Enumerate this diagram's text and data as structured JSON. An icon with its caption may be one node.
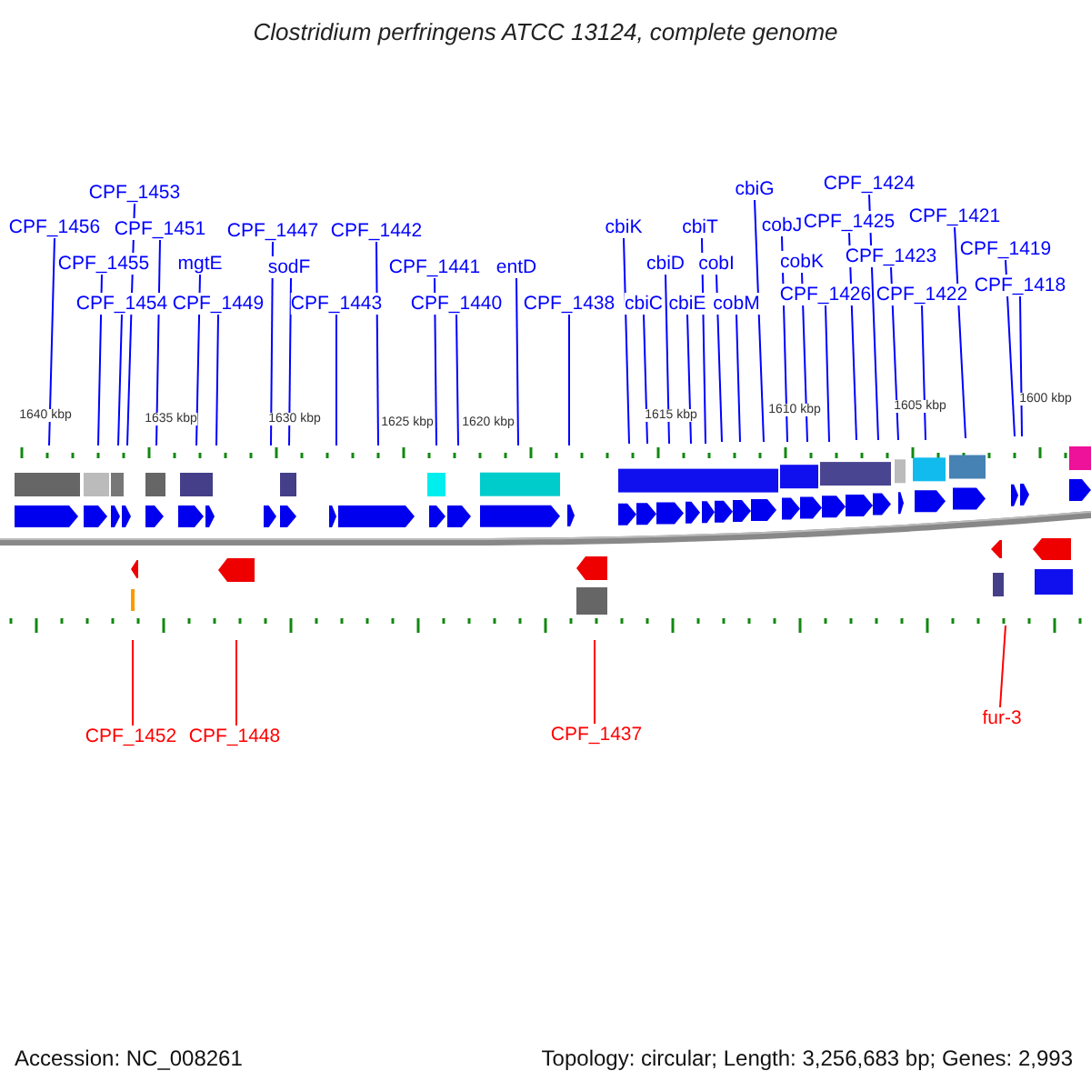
{
  "diagram": {
    "title": "Clostridium perfringens ATCC 13124, complete genome",
    "nodes": [
      {
        "text": [
          "CPF_1456"
        ]
      },
      {
        "text": [
          "CPF_1453"
        ]
      },
      {
        "text": [
          "CPF_1451"
        ]
      },
      {
        "text": [
          "CPF_1455"
        ]
      },
      {
        "text": [
          "CPF_1454"
        ]
      },
      {
        "text": [
          "mgtE"
        ]
      },
      {
        "text": [
          "CPF_1449"
        ]
      },
      {
        "text": [
          "CPF_1447"
        ]
      },
      {
        "text": [
          "sodF"
        ]
      },
      {
        "text": [
          "CPF_1443"
        ]
      },
      {
        "text": [
          "CPF_1442"
        ]
      },
      {
        "text": [
          "CPF_1441"
        ]
      },
      {
        "text": [
          "CPF_1440"
        ]
      },
      {
        "text": [
          "entD"
        ]
      },
      {
        "text": [
          "CPF_1438"
        ]
      },
      {
        "text": [
          "cbiK"
        ]
      },
      {
        "text": [
          "cbiC"
        ]
      },
      {
        "text": [
          "cbiD"
        ]
      },
      {
        "text": [
          "cbiE"
        ]
      },
      {
        "text": [
          "cbiT"
        ]
      },
      {
        "text": [
          "cobI"
        ]
      },
      {
        "text": [
          "cobM"
        ]
      },
      {
        "text": [
          "cbiG"
        ]
      },
      {
        "text": [
          "cobJ"
        ]
      },
      {
        "text": [
          "cobK"
        ]
      },
      {
        "text": [
          "CPF_1426"
        ]
      },
      {
        "text": [
          "CPF_1425"
        ]
      },
      {
        "text": [
          "CPF_1424"
        ]
      },
      {
        "text": [
          "CPF_1423"
        ]
      },
      {
        "text": [
          "CPF_1422"
        ]
      },
      {
        "text": [
          "CPF_1421"
        ]
      },
      {
        "text": [
          "CPF_1419"
        ]
      },
      {
        "text": [
          "CPF_1418"
        ]
      },
      {
        "text": [
          "CPF_1452"
        ]
      },
      {
        "text": [
          "CPF_1448"
        ]
      },
      {
        "text": [
          "CPF_1437"
        ]
      },
      {
        "text": [
          "fur-3"
        ]
      }
    ],
    "edges": [
      {
        "from": 0,
        "to": null,
        "arrow": "none"
      },
      {
        "from": 1,
        "to": null,
        "arrow": "none"
      },
      {
        "from": 2,
        "to": null,
        "arrow": "none"
      },
      {
        "from": 3,
        "to": null,
        "arrow": "none"
      },
      {
        "from": 4,
        "to": null,
        "arrow": "none"
      },
      {
        "from": 5,
        "to": null,
        "arrow": "none"
      },
      {
        "from": 6,
        "to": null,
        "arrow": "none"
      },
      {
        "from": 7,
        "to": null,
        "arrow": "none"
      },
      {
        "from": 8,
        "to": null,
        "arrow": "none"
      },
      {
        "from": 9,
        "to": null,
        "arrow": "none"
      },
      {
        "from": 10,
        "to": null,
        "arrow": "none"
      },
      {
        "from": 11,
        "to": null,
        "arrow": "none"
      },
      {
        "from": 12,
        "to": null,
        "arrow": "none"
      },
      {
        "from": 13,
        "to": null,
        "arrow": "none"
      },
      {
        "from": 14,
        "to": null,
        "arrow": "none"
      },
      {
        "from": 15,
        "to": null,
        "arrow": "none"
      },
      {
        "from": 16,
        "to": null,
        "arrow": "none"
      },
      {
        "from": 17,
        "to": null,
        "arrow": "none"
      },
      {
        "from": 18,
        "to": null,
        "arrow": "none"
      },
      {
        "from": 19,
        "to": null,
        "arrow": "none"
      },
      {
        "from": 20,
        "to": null,
        "arrow": "none"
      },
      {
        "from": 21,
        "to": null,
        "arrow": "none"
      },
      {
        "from": 22,
        "to": null,
        "arrow": "none"
      },
      {
        "from": 23,
        "to": null,
        "arrow": "none"
      },
      {
        "from": 24,
        "to": null,
        "arrow": "none"
      },
      {
        "from": 25,
        "to": null,
        "arrow": "none"
      },
      {
        "from": 26,
        "to": null,
        "arrow": "none"
      },
      {
        "from": 27,
        "to": null,
        "arrow": "none"
      },
      {
        "from": 28,
        "to": null,
        "arrow": "none"
      },
      {
        "from": 29,
        "to": null,
        "arrow": "none"
      },
      {
        "from": 30,
        "to": null,
        "arrow": "none"
      },
      {
        "from": 31,
        "to": null,
        "arrow": "none"
      },
      {
        "from": 32,
        "to": null,
        "arrow": "none"
      },
      {
        "from": 33,
        "to": null,
        "arrow": "none",
        "color": "#ff0000"
      },
      {
        "from": 34,
        "to": null,
        "arrow": "none",
        "color": "#ff0000"
      },
      {
        "from": 35,
        "to": null,
        "arrow": "none",
        "color": "#ff0000"
      },
      {
        "from": 36,
        "to": null,
        "arrow": "none",
        "color": "#ff0000"
      }
    ],
    "labels": [
      "1640 kbp",
      "1635 kbp",
      "1630 kbp",
      "1625 kbp",
      "1620 kbp",
      "1615 kbp",
      "1610 kbp",
      "1605 kbp",
      "1600 kbp",
      "Accession: NC_008261",
      "Topology: circular; Length: 3,256,683 bp; Genes: 2,993"
    ]
  }
}
